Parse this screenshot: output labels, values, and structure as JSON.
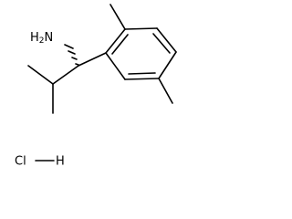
{
  "molecule": {
    "amine_label": {
      "main": "H",
      "sub": "2",
      "tail": "N"
    },
    "salt_label": {
      "chlorine": "Cl",
      "hydrogen": "H"
    }
  }
}
